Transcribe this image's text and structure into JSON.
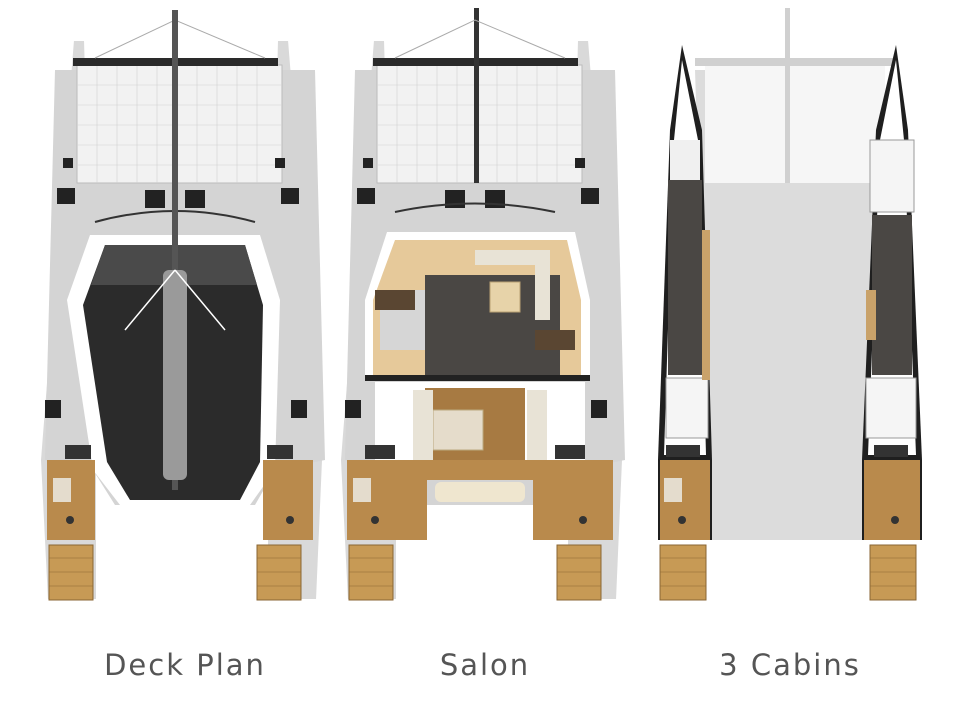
{
  "plans": [
    {
      "id": "deck",
      "caption": "Deck Plan"
    },
    {
      "id": "salon",
      "caption": "Salon"
    },
    {
      "id": "cabins",
      "caption": "3 Cabins"
    }
  ],
  "colors": {
    "hull_deck": "#d9d9d9",
    "hull_outline": "#ffffff",
    "trampoline": "#f4f4f4",
    "teak": "#b98a4c",
    "teak_dark": "#8a6634",
    "dark_deck": "#2b2b2b",
    "wood_floor": "#4a4744",
    "salon_floor": "#e6c99a",
    "caption_text": "#555555"
  }
}
